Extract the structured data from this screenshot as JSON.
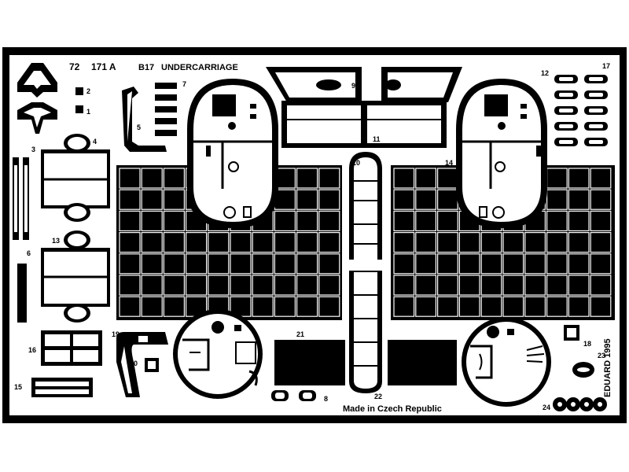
{
  "fret": {
    "code": "72",
    "number": "171 A",
    "title": "B17",
    "subtitle": "UNDERCARRIAGE",
    "origin": "Made in Czech Republic",
    "maker": "EDUARD 1995"
  },
  "part_numbers": [
    "1",
    "2",
    "3",
    "4",
    "5",
    "6",
    "7",
    "8",
    "9",
    "10",
    "11",
    "12",
    "13",
    "14",
    "15",
    "16",
    "17",
    "18",
    "19",
    "20",
    "21",
    "22",
    "23",
    "24"
  ],
  "colors": {
    "background": "#ffffff",
    "metal": "#000000",
    "cutout": "#ffffff"
  }
}
